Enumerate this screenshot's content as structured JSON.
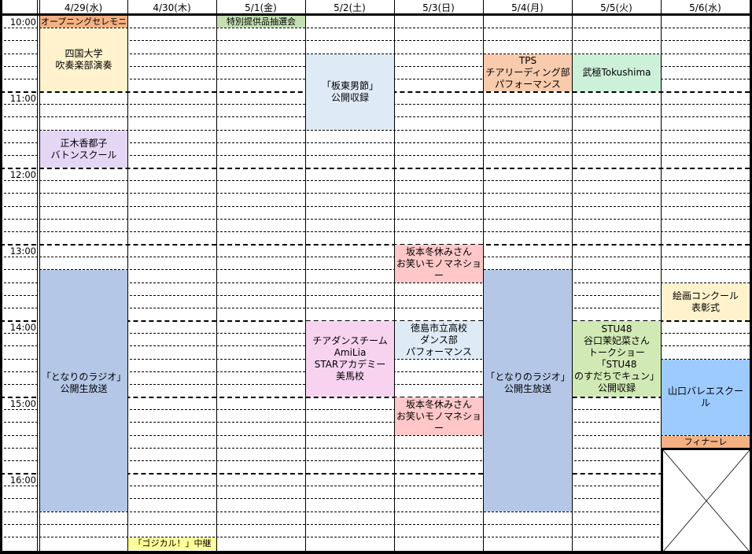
{
  "schedule": {
    "days": [
      "4/29(水)",
      "4/30(木)",
      "5/1(金)",
      "5/2(土)",
      "5/3(日)",
      "5/4(月)",
      "5/5(火)",
      "5/6(水)"
    ],
    "times": [
      "10:00",
      "11:00",
      "12:00",
      "13:00",
      "14:00",
      "15:00",
      "16:00"
    ],
    "slot_minutes": 10,
    "start_time": "10:00",
    "end_time": "17:00",
    "events": [
      {
        "day": 0,
        "start": "10:00",
        "end": "10:10",
        "label": "オープニングセレモニー",
        "color": "#f4b183",
        "small": true
      },
      {
        "day": 0,
        "start": "10:10",
        "end": "11:00",
        "label": "四国大学\n吹奏楽部演奏",
        "color": "#fff2cc"
      },
      {
        "day": 0,
        "start": "11:30",
        "end": "12:00",
        "label": "正木香都子\nバトンスクール",
        "color": "#e4d7f5"
      },
      {
        "day": 0,
        "start": "13:20",
        "end": "16:30",
        "label": "「となりのラジオ」\n公開生放送",
        "color": "#b4c7e7",
        "valign": "bottom-mid"
      },
      {
        "day": 1,
        "start": "16:50",
        "end": "17:00",
        "label": "「ゴジカル！」中継",
        "color": "#ffff99",
        "small": true
      },
      {
        "day": 2,
        "start": "10:00",
        "end": "10:10",
        "label": "特別提供品抽選会",
        "color": "#c5e0b4",
        "small": true
      },
      {
        "day": 3,
        "start": "10:30",
        "end": "11:30",
        "label": "「板東男節」\n公開収録",
        "color": "#deebf7"
      },
      {
        "day": 3,
        "start": "14:00",
        "end": "15:00",
        "label": "チアダンスチーム\nAmiLia\nSTARアカデミー\n美馬校",
        "color": "#f8d3f0"
      },
      {
        "day": 4,
        "start": "13:00",
        "end": "13:30",
        "label": "坂本冬休みさん\nお笑いモノマネショー",
        "color": "#ffc7c7"
      },
      {
        "day": 4,
        "start": "14:00",
        "end": "14:30",
        "label": "徳島市立高校\nダンス部\nパフォーマンス",
        "color": "#deebf7"
      },
      {
        "day": 4,
        "start": "15:00",
        "end": "15:30",
        "label": "坂本冬休みさん\nお笑いモノマネショー",
        "color": "#ffc7c7"
      },
      {
        "day": 5,
        "start": "10:30",
        "end": "11:00",
        "label": "TPS\nチアリーディング部\nパフォーマンス",
        "color": "#f8cbad"
      },
      {
        "day": 5,
        "start": "13:20",
        "end": "16:30",
        "label": "「となりのラジオ」\n公開生放送",
        "color": "#b4c7e7",
        "valign": "bottom-mid"
      },
      {
        "day": 6,
        "start": "10:30",
        "end": "11:00",
        "label": "武極Tokushima",
        "color": "#ccf0d8"
      },
      {
        "day": 6,
        "start": "14:00",
        "end": "15:00",
        "label": "STU48\n谷口茉妃菜さん\nトークショー「STU48\nのすだちでキュン」\n公開収録",
        "color": "#d1e9b5"
      },
      {
        "day": 7,
        "start": "13:30",
        "end": "14:00",
        "label": "絵画コンクール\n表彰式",
        "color": "#fff2cc"
      },
      {
        "day": 7,
        "start": "14:30",
        "end": "15:30",
        "label": "山口バレエスクー\nル",
        "color": "#9dcbff"
      },
      {
        "day": 7,
        "start": "15:30",
        "end": "15:40",
        "label": "フィナーレ",
        "color": "#f4b183",
        "small": true
      }
    ],
    "blocked": [
      {
        "day": 7,
        "start": "15:40",
        "end": "17:00",
        "label": "crossed-out-cell"
      }
    ]
  }
}
